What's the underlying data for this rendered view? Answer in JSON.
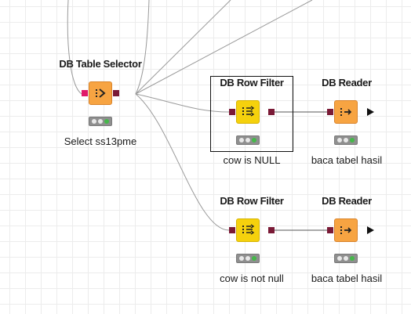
{
  "nodes": [
    {
      "title": "DB Table Selector",
      "label": "Select ss13pme",
      "type": "orange",
      "icon": "db-table-selector-icon"
    },
    {
      "title": "DB Row Filter",
      "label": "cow is NULL",
      "type": "yellow",
      "icon": "db-row-filter-icon",
      "selected": true
    },
    {
      "title": "DB Reader",
      "label": "baca tabel hasil",
      "type": "orange",
      "icon": "db-reader-icon"
    },
    {
      "title": "DB Row Filter",
      "label": "cow is not null",
      "type": "yellow",
      "icon": "db-row-filter-icon"
    },
    {
      "title": "DB Reader",
      "label": "baca tabel hasil",
      "type": "orange",
      "icon": "db-reader-icon"
    }
  ],
  "colors": {
    "manipulator": "#f5d10d",
    "source": "#f7a442",
    "db_port": "#7a1a36",
    "session_port": "#e0196a",
    "status_green": "#45b84a"
  }
}
